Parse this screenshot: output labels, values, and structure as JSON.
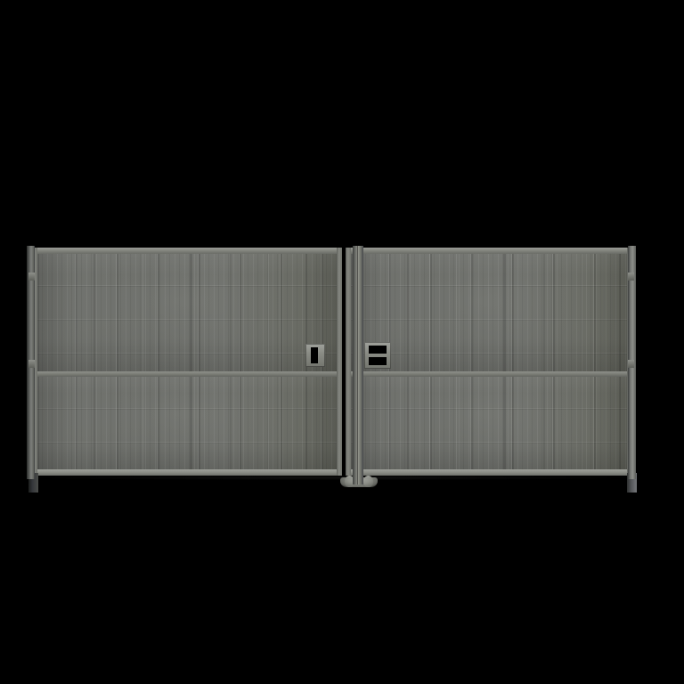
{
  "scene": {
    "title": "Double-leaf metal gate",
    "background_color": "#000000",
    "view": "front orthographic",
    "subject_label": "gate-assembly"
  },
  "palette": {
    "background": "#000000",
    "frame_light": "#9fa19b",
    "frame_mid": "#84867f",
    "frame_dark": "#5f615c",
    "panel_fill": "#6e706b",
    "panel_shadow": "#4d4f4b",
    "post_highlight": "#909289",
    "cutout_black": "#000000"
  },
  "assembly": {
    "name": "gate-assembly",
    "left_post_label": "left-post",
    "right_post_label": "right-post",
    "center_post_label": "center-post",
    "base_plate_label": "center-base-plate"
  },
  "leaves": [
    {
      "id": "left-leaf",
      "label": "Left gate leaf",
      "panels": [
        {
          "id": "left-upper-panel",
          "label": "Upper slat panel"
        },
        {
          "id": "left-lower-panel",
          "label": "Lower slat panel"
        }
      ],
      "rails": [
        "top-rail",
        "mid-rail",
        "bottom-rail"
      ]
    },
    {
      "id": "right-leaf",
      "label": "Right gate leaf",
      "panels": [
        {
          "id": "right-upper-panel",
          "label": "Upper slat panel"
        },
        {
          "id": "right-lower-panel",
          "label": "Lower slat panel"
        }
      ],
      "rails": [
        "top-rail",
        "mid-rail",
        "bottom-rail"
      ]
    }
  ],
  "hardware": {
    "lock_left_label": "Left latch plate",
    "lock_right_label": "Right latch plate",
    "hinges": [
      "hinge-upper-left",
      "hinge-lower-left",
      "hinge-upper-right",
      "hinge-lower-right"
    ],
    "feet": [
      "left-foot",
      "right-foot"
    ]
  }
}
